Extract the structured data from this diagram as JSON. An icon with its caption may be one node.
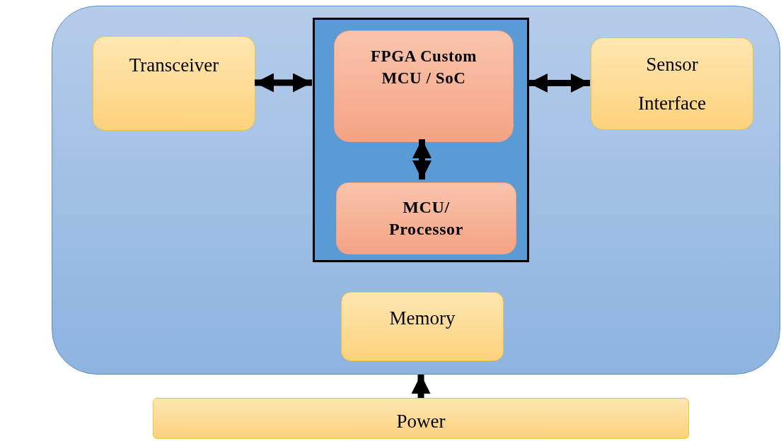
{
  "diagram": {
    "nodes": [
      {
        "text": [],
        "shape": "box"
      },
      {
        "text": [
          "Transceiver"
        ],
        "in": 0
      },
      {
        "text": [],
        "shape": "box",
        "in": 0
      },
      {
        "text": [
          "FPGA Custom MCU / SoC"
        ],
        "in": 2
      },
      {
        "text": [
          "MCU/ Processor"
        ],
        "in": 2
      },
      {
        "text": [
          "Sensor Interface"
        ],
        "in": 0
      },
      {
        "text": [
          "Memory"
        ],
        "in": 0
      },
      {
        "text": [
          "Power"
        ]
      }
    ],
    "edges": [
      {
        "from": 1,
        "to": 2,
        "arrow": "both"
      },
      {
        "from": 2,
        "to": 5,
        "arrow": "both"
      },
      {
        "from": 3,
        "to": 4,
        "arrow": "both"
      },
      {
        "from": 7,
        "to": 0,
        "arrow": "to"
      }
    ]
  }
}
